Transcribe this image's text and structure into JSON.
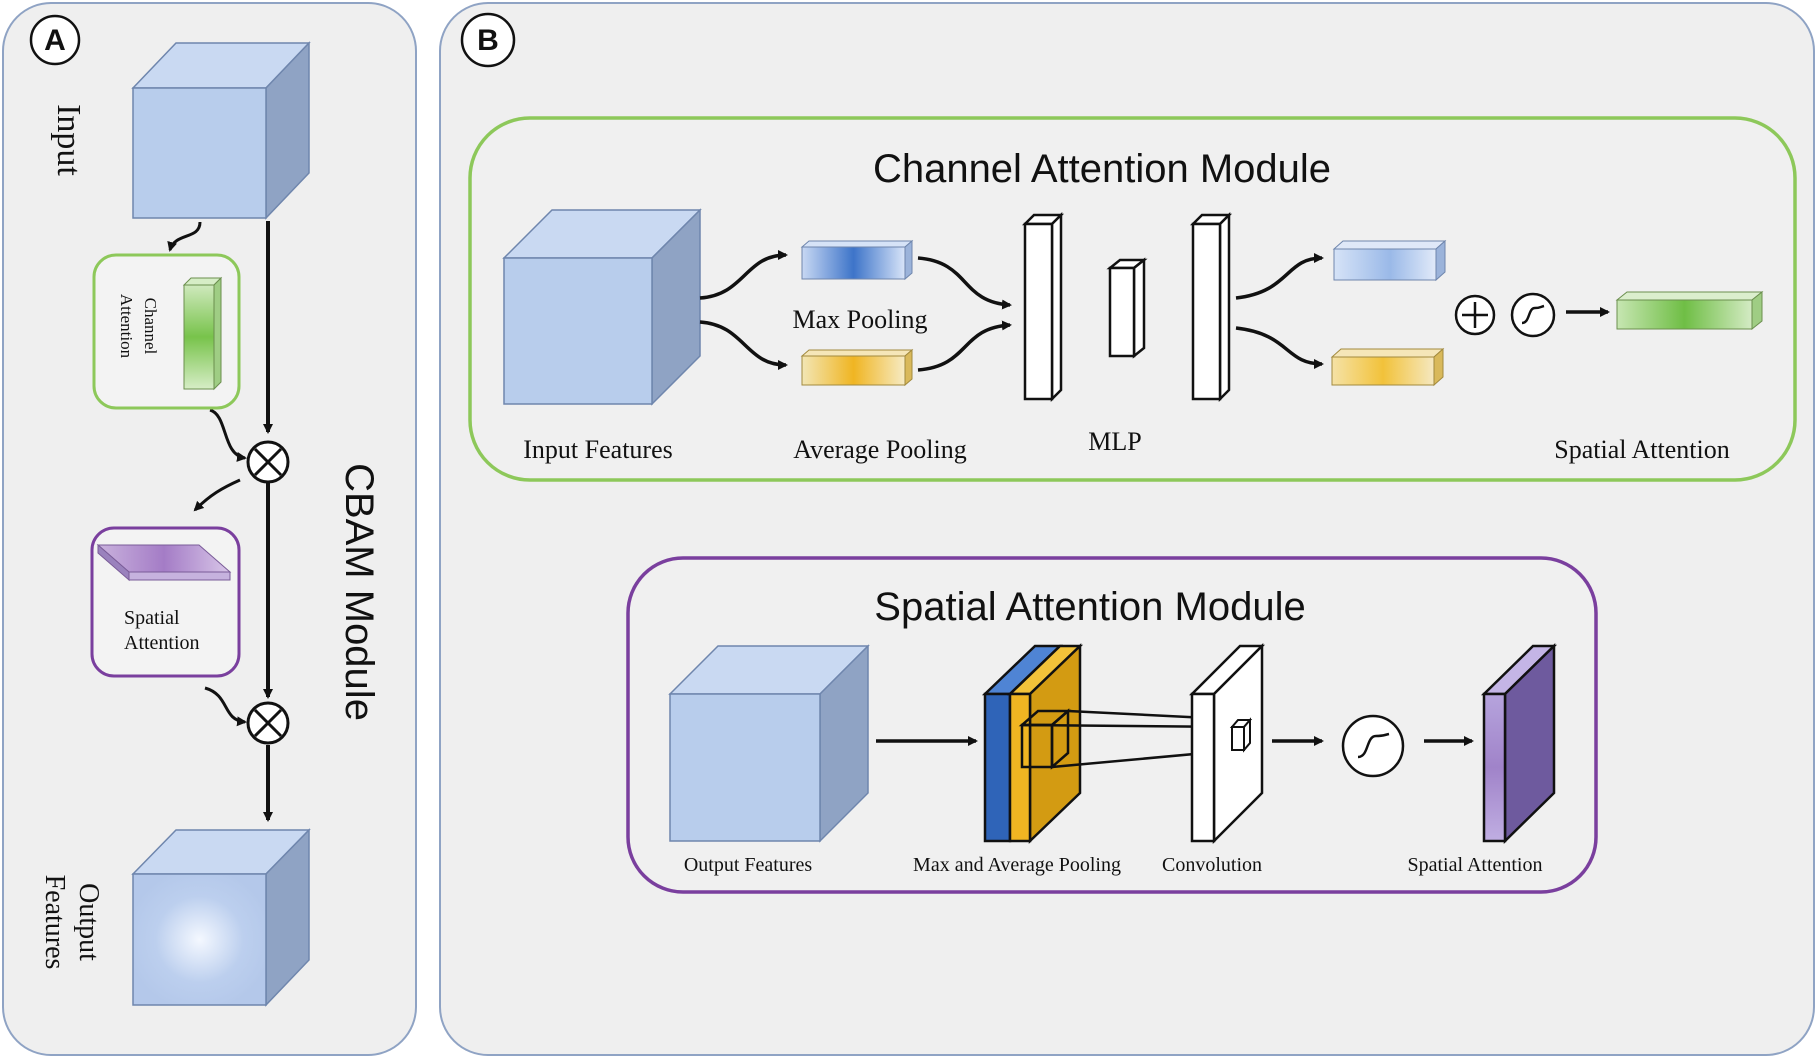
{
  "panel_a": {
    "letter": "A",
    "input_label": "Input",
    "channel_attention_label_line1": "Channel",
    "channel_attention_label_line2": "Attention",
    "spatial_attention_label_line1": "Spatial",
    "spatial_attention_label_line2": "Attention",
    "module_title": "CBAM Module",
    "output_label_line1": "Output",
    "output_label_line2": "Features"
  },
  "panel_b": {
    "letter": "B",
    "channel_module": {
      "title": "Channel Attention Module",
      "input_features": "Input Features",
      "max_pooling": "Max Pooling",
      "average_pooling": "Average Pooling",
      "mlp": "MLP",
      "spatial_attention": "Spatial Attention"
    },
    "spatial_module": {
      "title": "Spatial Attention Module",
      "output_features": "Output Features",
      "max_avg_pooling": "Max and Average Pooling",
      "convolution": "Convolution",
      "spatial_attention": "Spatial Attention"
    }
  },
  "colors": {
    "panel_bg": "#efefef",
    "panel_border": "#8fa3c4",
    "channel_green": "#8dc85a",
    "spatial_purple": "#7a3f9e",
    "cube_face": "#b8cdec",
    "cube_side": "#8fa3c4",
    "cube_top": "#c9d9f2"
  }
}
